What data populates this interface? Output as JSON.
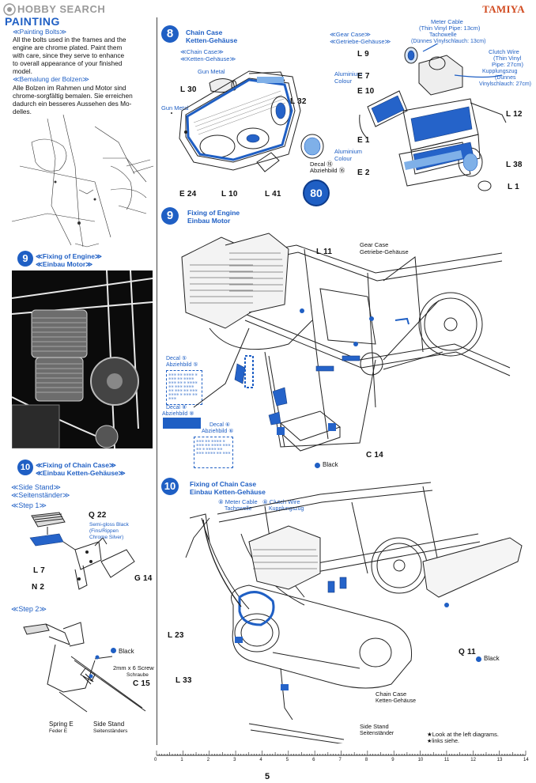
{
  "header": {
    "watermark": "HOBBY SEARCH",
    "brand": "TAMIYA"
  },
  "painting": {
    "title": "PAINTING",
    "subtitle_en": "≪Painting Bolts≫",
    "text_en_1": "All the bolts used in the frames and the",
    "text_en_2": "engine are chrome plated. Paint them",
    "text_en_3": "with care, since they serve to enhance",
    "text_en_4": "to overall appearance of your finished",
    "text_en_5": "model.",
    "subtitle_de": "≪Bemalung der Bolzen≫",
    "text_de_1": "Alle Bolzen im Rahmen und Motor sind",
    "text_de_2": "chrome-sorgfältig bemalen. Sie erreichen",
    "text_de_3": "dadurch ein besseres Aussehen des Mo-",
    "text_de_4": "delles."
  },
  "left_steps": {
    "step9_num": "9",
    "step9_en": "≪Fixing of Engine≫",
    "step9_de": "≪Einbau Motor≫",
    "step10_num": "10",
    "step10_en": "≪Fixing of Chain Case≫",
    "step10_de": "≪Einbau Ketten-Gehäuse≫",
    "side_stand_en": "≪Side Stand≫",
    "side_stand_de": "≪Seitenständer≫",
    "step1_label": "≪Step 1≫",
    "step2_label": "≪Step 2≫"
  },
  "step1": {
    "q22": "Q 22",
    "semigloss_1": "Semi-gloss Black",
    "semigloss_2": "(Fins/Rippen",
    "semigloss_3": "Chrome Silver)",
    "l7": "L 7",
    "g14": "G 14",
    "n2": "N 2"
  },
  "step2": {
    "black": "Black",
    "screw_1": "2mm x 6 Screw",
    "screw_2": "Schraube",
    "c15": "C 15",
    "spring_en": "Spring E",
    "spring_de": "Feder E",
    "stand_en": "Side Stand",
    "stand_de": "Seitenständers"
  },
  "section8": {
    "num": "8",
    "title_en": "Chain Case",
    "title_de": "Ketten-Gehäuse",
    "chain_case_sub_en": "≪Chain Case≫",
    "chain_case_sub_de": "≪Ketten-Gehäuse≫",
    "gun_metal_1": "Gun Metal",
    "gun_metal_2": "Gun Metal",
    "l30": "L 30",
    "l32": "L 32",
    "e24": "E 24",
    "l10": "L 10",
    "l41": "L 41",
    "decal_1": "Decal ⑯",
    "decal_2": "Abziehbild ⑯",
    "badge": "80",
    "gear_case_en": "≪Gear Case≫",
    "gear_case_de": "≪Getriebe-Gehäuse≫",
    "meter_cable_1": "Meter Cable",
    "meter_cable_2": "(Thin Vinyl Pipe: 13cm)",
    "meter_cable_3": "Tachowelle",
    "meter_cable_4": "(Dünnes Vinylschlauch: 13cm)",
    "clutch_1": "Clutch Wire",
    "clutch_2": "(Thin Vinyl",
    "clutch_3": "Pipe: 27cm)",
    "clutch_4": "Kupplungszug",
    "clutch_5": "(Dünnes",
    "clutch_6": "Vinylschlauch: 27cm)",
    "l9": "L 9",
    "alu_1": "Aluminium",
    "alu_2": "Colour",
    "e7": "E 7",
    "e10": "E 10",
    "e1": "E 1",
    "alu_3": "Aluminium",
    "alu_4": "Colour",
    "e2": "E 2",
    "l12": "L 12",
    "l38": "L 38",
    "l1": "L 1"
  },
  "section9": {
    "num": "9",
    "title_en": "Fixing of Engine",
    "title_de": "Einbau Motor",
    "l11": "L 11",
    "gear_case_en": "Gear Case",
    "gear_case_de": "Getriebe-Gehäuse",
    "decal5_1": "Decal ⑤",
    "decal5_2": "Abziehbild ⑤",
    "decal8_1": "Decal ⑧",
    "decal8_2": "Abziehbild ⑧",
    "decal6_1": "Decal ⑥",
    "decal6_2": "Abziehbild ⑥",
    "c14": "C 14",
    "black": "Black"
  },
  "section10": {
    "num": "10",
    "title_en": "Fixing of Chain Case",
    "title_de": "Einbau Ketten-Gehäuse",
    "meter_cable_1": "⑧ Meter Cable",
    "meter_cable_2": "Tachowelle",
    "clutch_1": "⑧ Clutch Wire",
    "clutch_2": "Kupplungszug",
    "l23": "L 23",
    "l33": "L 33",
    "q11": "Q 11",
    "black": "Black",
    "chain_case_en": "Chain Case",
    "chain_case_de": "Ketten-Gehäuse",
    "side_stand_en": "Side Stand",
    "side_stand_de": "Seitenständer",
    "note_en": "★Look at the left diagrams.",
    "note_de": "★links siehe."
  },
  "footer": {
    "page_number": "5",
    "ruler_ticks": [
      "0",
      "1",
      "2",
      "3",
      "4",
      "5",
      "6",
      "7",
      "8",
      "9",
      "10",
      "11",
      "12",
      "13",
      "14"
    ]
  },
  "colors": {
    "accent": "#1f5fc4",
    "text": "#111111"
  }
}
